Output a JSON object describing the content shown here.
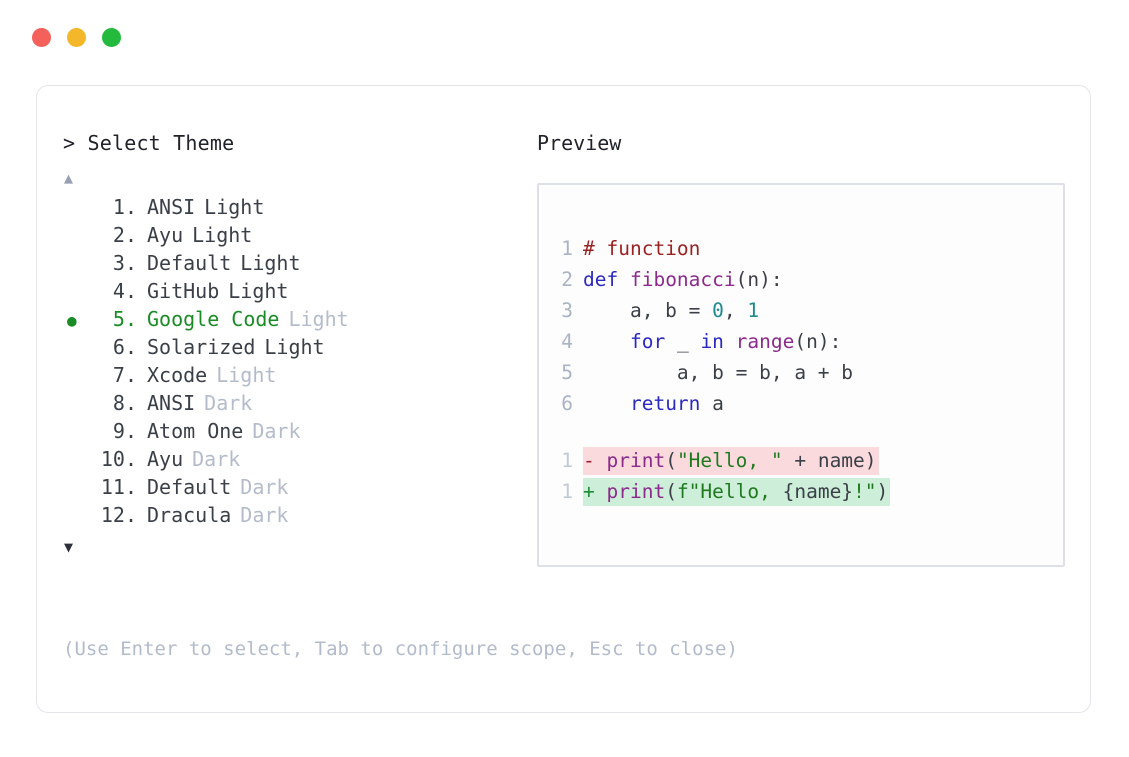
{
  "window": {
    "traffic_lights": [
      {
        "name": "close",
        "color": "#f4605a"
      },
      {
        "name": "minimize",
        "color": "#f5b72a"
      },
      {
        "name": "maximize",
        "color": "#23ba3e"
      }
    ]
  },
  "left": {
    "prompt": "> Select Theme",
    "scroll_up_glyph": "▲",
    "scroll_down_glyph": "▼",
    "selected_index": 5,
    "bullet_glyph": "●",
    "items": [
      {
        "index": "1.",
        "name": "ANSI",
        "suffix": "Light",
        "selected": false,
        "dim_suffix": false
      },
      {
        "index": "2.",
        "name": "Ayu",
        "suffix": "Light",
        "selected": false,
        "dim_suffix": false
      },
      {
        "index": "3.",
        "name": "Default",
        "suffix": "Light",
        "selected": false,
        "dim_suffix": false
      },
      {
        "index": "4.",
        "name": "GitHub",
        "suffix": "Light",
        "selected": false,
        "dim_suffix": false
      },
      {
        "index": "5.",
        "name": "Google Code",
        "suffix": "Light",
        "selected": true,
        "dim_suffix": true
      },
      {
        "index": "6.",
        "name": "Solarized",
        "suffix": "Light",
        "selected": false,
        "dim_suffix": false
      },
      {
        "index": "7.",
        "name": "Xcode",
        "suffix": "Light",
        "selected": false,
        "dim_suffix": true
      },
      {
        "index": "8.",
        "name": "ANSI",
        "suffix": "Dark",
        "selected": false,
        "dim_suffix": true
      },
      {
        "index": "9.",
        "name": "Atom One",
        "suffix": "Dark",
        "selected": false,
        "dim_suffix": true
      },
      {
        "index": "10.",
        "name": "Ayu",
        "suffix": "Dark",
        "selected": false,
        "dim_suffix": true
      },
      {
        "index": "11.",
        "name": "Default",
        "suffix": "Dark",
        "selected": false,
        "dim_suffix": true
      },
      {
        "index": "12.",
        "name": "Dracula",
        "suffix": "Dark",
        "selected": false,
        "dim_suffix": true
      }
    ],
    "hint": "(Use Enter to select, Tab to configure scope, Esc to close)"
  },
  "right": {
    "preview_label": "Preview",
    "code_lines": [
      {
        "num": "1",
        "tokens": [
          {
            "t": "# function",
            "c": "t-comment"
          }
        ]
      },
      {
        "num": "2",
        "tokens": [
          {
            "t": "def ",
            "c": "t-kw"
          },
          {
            "t": "fibonacci",
            "c": "t-fn"
          },
          {
            "t": "(n):",
            "c": "t-punct"
          }
        ]
      },
      {
        "num": "3",
        "tokens": [
          {
            "t": "    a, b = ",
            "c": "t-plain"
          },
          {
            "t": "0",
            "c": "t-num"
          },
          {
            "t": ", ",
            "c": "t-plain"
          },
          {
            "t": "1",
            "c": "t-num"
          }
        ]
      },
      {
        "num": "4",
        "tokens": [
          {
            "t": "    ",
            "c": "t-plain"
          },
          {
            "t": "for",
            "c": "t-kw"
          },
          {
            "t": " _ ",
            "c": "t-plain"
          },
          {
            "t": "in",
            "c": "t-kw"
          },
          {
            "t": " ",
            "c": "t-plain"
          },
          {
            "t": "range",
            "c": "t-fn"
          },
          {
            "t": "(n):",
            "c": "t-punct"
          }
        ]
      },
      {
        "num": "5",
        "tokens": [
          {
            "t": "        a, b = b, a + b",
            "c": "t-plain"
          }
        ]
      },
      {
        "num": "6",
        "tokens": [
          {
            "t": "    ",
            "c": "t-plain"
          },
          {
            "t": "return",
            "c": "t-kw"
          },
          {
            "t": " a",
            "c": "t-plain"
          }
        ]
      }
    ],
    "diff_lines": [
      {
        "num": "1",
        "kind": "del",
        "sign": "-",
        "tokens": [
          {
            "t": "print",
            "c": "t-fn"
          },
          {
            "t": "(",
            "c": "t-punct"
          },
          {
            "t": "\"Hello, \"",
            "c": "t-str"
          },
          {
            "t": " + name)",
            "c": "t-plain"
          }
        ]
      },
      {
        "num": "1",
        "kind": "add",
        "sign": "+",
        "tokens": [
          {
            "t": "print",
            "c": "t-fn"
          },
          {
            "t": "(",
            "c": "t-punct"
          },
          {
            "t": "f\"Hello, ",
            "c": "t-str"
          },
          {
            "t": "{name}",
            "c": "t-plain"
          },
          {
            "t": "!\"",
            "c": "t-str"
          },
          {
            "t": ")",
            "c": "t-punct"
          }
        ]
      }
    ]
  },
  "colors": {
    "accent_green": "#1a8c26",
    "diff_remove_bg": "#fadadd",
    "diff_add_bg": "#cdeed8",
    "muted": "#b4bccb",
    "card_border": "#e3e5ea",
    "code_border": "#dde0e8"
  }
}
